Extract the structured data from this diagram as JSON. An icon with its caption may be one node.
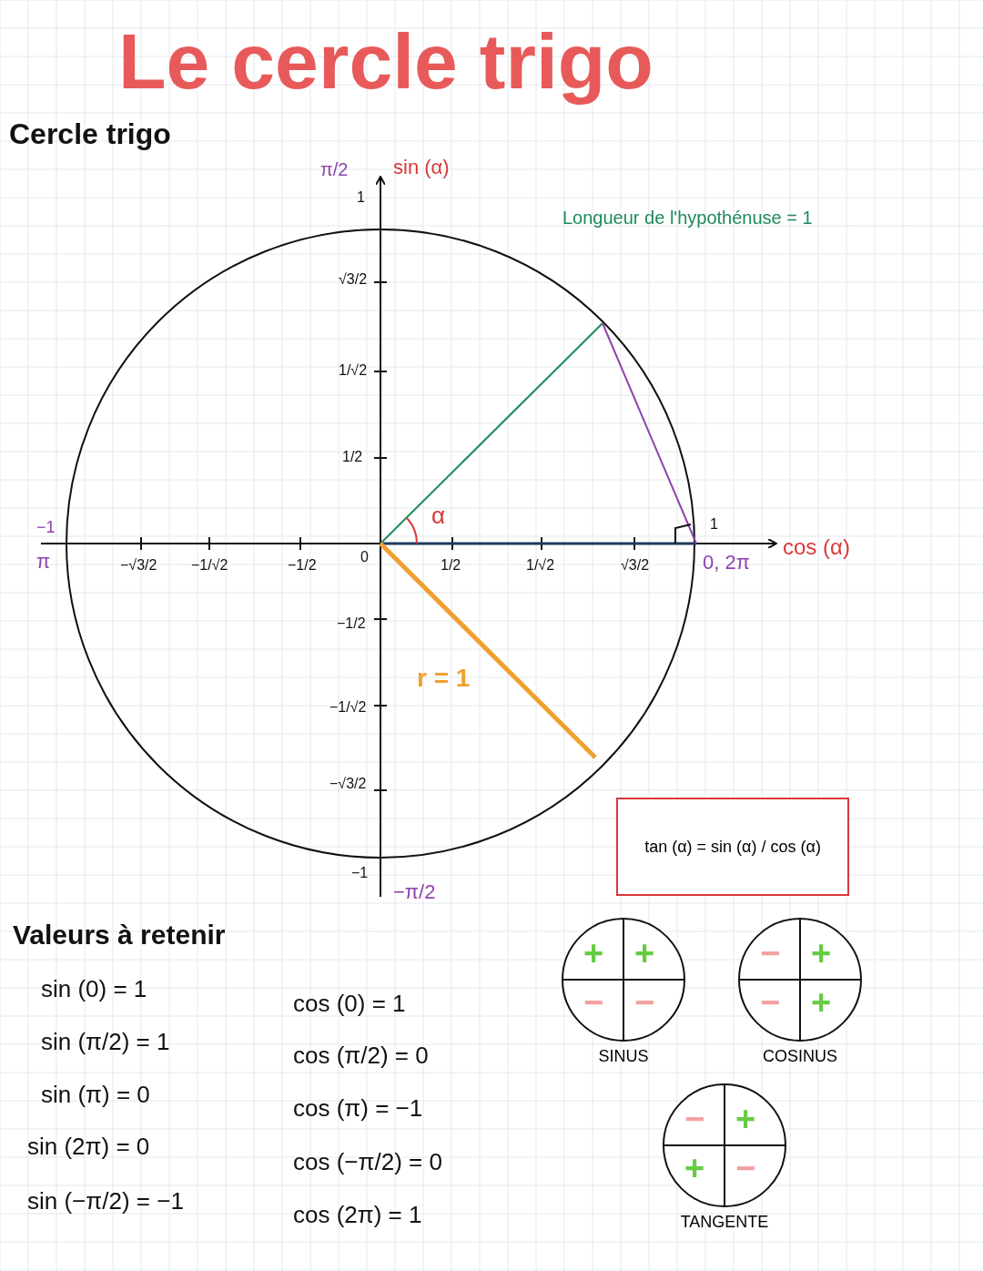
{
  "diagram": {
    "title": "Le cercle trigo",
    "nodes": [
      {
        "text": [
          "tan (α) = sin (α) / cos (α)"
        ]
      },
      {
        "text": [
          "+",
          "+",
          "−",
          "−"
        ],
        "beside": [
          "SINUS"
        ]
      },
      {
        "text": [
          "−",
          "+",
          "−",
          "+"
        ],
        "beside": [
          "COSINUS"
        ]
      },
      {
        "text": [
          "−",
          "+",
          "+",
          "−"
        ],
        "beside": [
          "TANGENTE"
        ]
      }
    ],
    "labels": [
      "Cercle trigo",
      "π/2",
      "sin (α)",
      "1",
      "Longueur de l'hypothénuse = 1",
      "√3/2",
      "1/√2",
      "1/2",
      "−1",
      "π",
      "α",
      "1",
      "cos (α)",
      "−√3/2",
      "−1/√2",
      "−1/2",
      "0",
      "1/2",
      "1/√2",
      "√3/2",
      "0, 2π",
      "−1/2",
      "r = 1",
      "−1/√2",
      "−√3/2",
      "−1",
      "−π/2",
      "Valeurs à retenir",
      "sin (0) = 1",
      "sin (π/2) = 1",
      "sin (π) = 0",
      "sin (2π) = 0",
      "sin (−π/2) = −1",
      "cos (0) = 1",
      "cos (π/2) = 0",
      "cos (π) = −1",
      "cos (−π/2) = 0",
      "cos (2π) = 1"
    ]
  }
}
